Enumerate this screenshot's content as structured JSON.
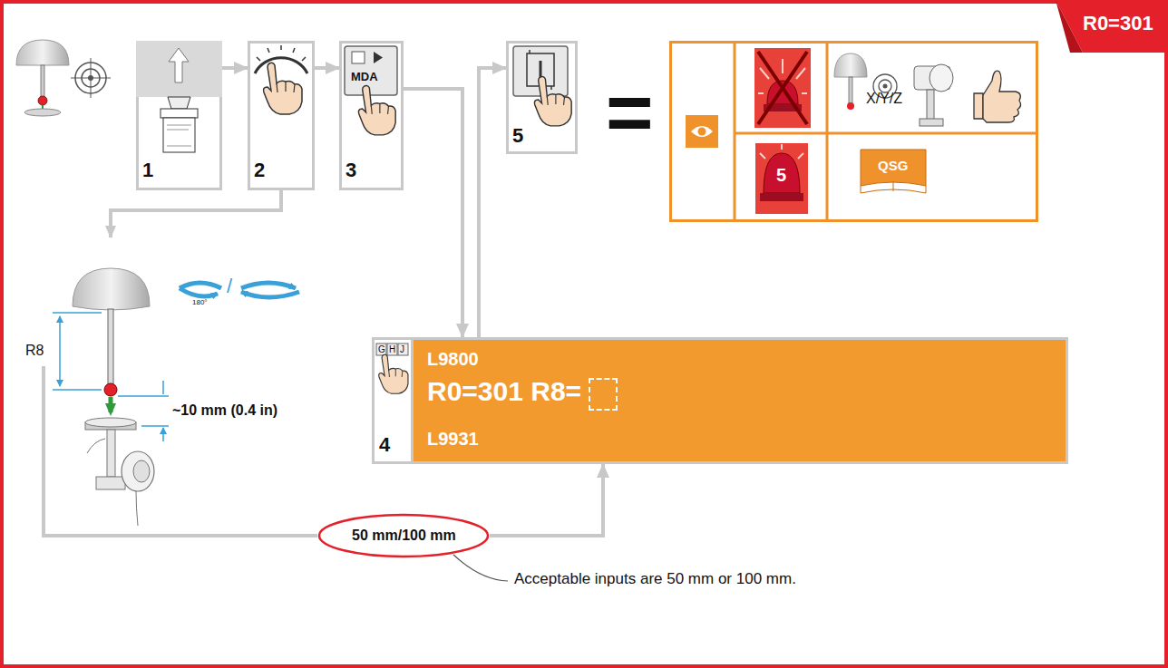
{
  "diagram": {
    "nodes": [
      {
        "text": [
          "1"
        ]
      },
      {
        "text": [
          "2"
        ]
      },
      {
        "text": [
          "MDA",
          "3"
        ]
      },
      {
        "text": [
          "5"
        ]
      },
      {
        "text": [
          "L9800",
          "R0=301 R8=",
          "L9931"
        ]
      },
      {
        "text": [
          "G",
          "H",
          "J",
          "4"
        ],
        "in": 4
      },
      {
        "text": [
          "50 mm/100 mm"
        ]
      },
      {
        "text": [
          "X/Y/Z",
          "5",
          "QSG"
        ]
      },
      {
        "text": [
          "R0=301"
        ]
      }
    ],
    "edges": [
      {
        "from": 0,
        "to": 1,
        "arrow": "to"
      },
      {
        "from": 1,
        "to": 2,
        "arrow": "to"
      },
      {
        "from": 2,
        "to": 4,
        "arrow": "to"
      },
      {
        "from": 4,
        "to": 3,
        "arrow": "to"
      },
      {
        "from": 6,
        "to": 4,
        "arrow": "to"
      }
    ],
    "labels": [
      "R8",
      "~10 mm (0.4 in)",
      "180°",
      "/",
      "=",
      "Acceptable inputs are 50 mm or 100 mm."
    ]
  }
}
